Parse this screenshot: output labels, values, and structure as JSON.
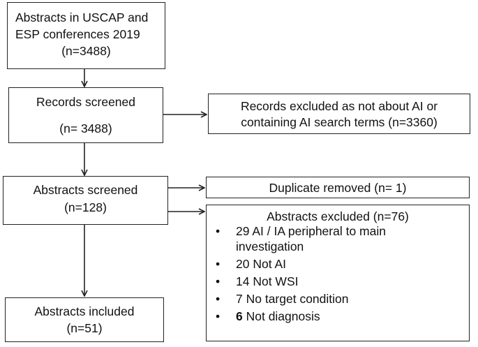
{
  "box_identified": {
    "line1": "Abstracts in USCAP and",
    "line2": "ESP conferences 2019",
    "line3": "(n=3488)"
  },
  "box_screened": {
    "line1": "Records screened",
    "line2": "(n= 3488)"
  },
  "box_excluded_records": {
    "line1": "Records excluded as not about AI or",
    "line2": "containing AI search terms (n=3360)"
  },
  "box_abstracts_screened": {
    "line1": "Abstracts screened",
    "line2": "(n=128)"
  },
  "box_duplicate": {
    "line1": "Duplicate removed (n= 1)"
  },
  "box_abstracts_excluded": {
    "title": "Abstracts excluded (n=76)",
    "bullet": "•",
    "items": [
      {
        "line1": "29 AI / IA peripheral to main",
        "line2": "investigation"
      },
      {
        "line1": "20 Not AI"
      },
      {
        "line1": "14 Not WSI"
      },
      {
        "line1": "7 No target condition"
      },
      {
        "num": "6",
        "rest": " Not diagnosis"
      }
    ]
  },
  "box_included": {
    "line1": "Abstracts included",
    "line2": "(n=51)"
  }
}
